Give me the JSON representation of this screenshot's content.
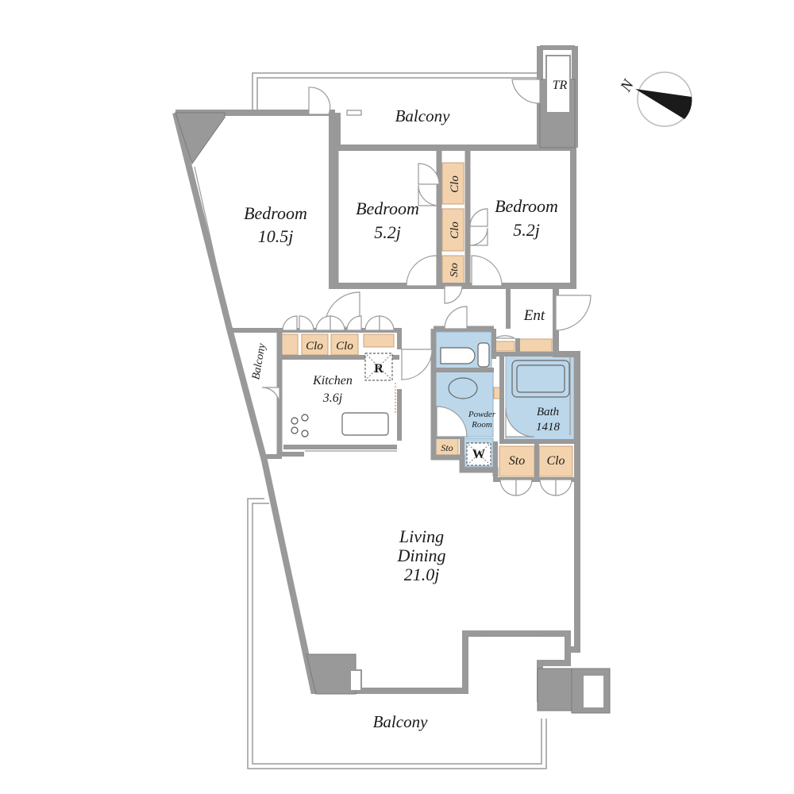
{
  "colors": {
    "wall": "#999999",
    "wall_edge": "#7a7a7a",
    "storage_fill": "#f3d3ad",
    "wet_area_fill": "#bcd7ea",
    "compass_fill": "#1a1a1a",
    "background": "#ffffff"
  },
  "compass": {
    "north_label": "N",
    "icon": "compass-north-icon"
  },
  "rooms": {
    "balcony_top": {
      "name": "Balcony"
    },
    "tr": {
      "name": "TR"
    },
    "bedroom_main": {
      "name": "Bedroom",
      "size": "10.5j"
    },
    "bedroom_center": {
      "name": "Bedroom",
      "size": "5.2j"
    },
    "bedroom_right": {
      "name": "Bedroom",
      "size": "5.2j"
    },
    "closet_upper": {
      "name": "Clo"
    },
    "closet_middle": {
      "name": "Clo"
    },
    "storage_hall": {
      "name": "Sto"
    },
    "entrance": {
      "name": "Ent"
    },
    "balcony_side": {
      "name": "Balcony"
    },
    "kitchen_closet_1": {
      "name": "Clo"
    },
    "kitchen_closet_2": {
      "name": "Clo"
    },
    "refrigerator": {
      "name": "R"
    },
    "kitchen": {
      "name": "Kitchen",
      "size": "3.6j"
    },
    "powder_room": {
      "line1": "Powder",
      "line2": "Room"
    },
    "bath": {
      "name": "Bath",
      "size": "1418"
    },
    "washer": {
      "name": "W"
    },
    "storage_small": {
      "name": "Sto"
    },
    "storage_bath": {
      "name": "Sto"
    },
    "closet_bath": {
      "name": "Clo"
    },
    "living_dining": {
      "line1": "Living",
      "line2": "Dining",
      "size": "21.0j"
    },
    "balcony_bottom": {
      "name": "Balcony"
    }
  }
}
